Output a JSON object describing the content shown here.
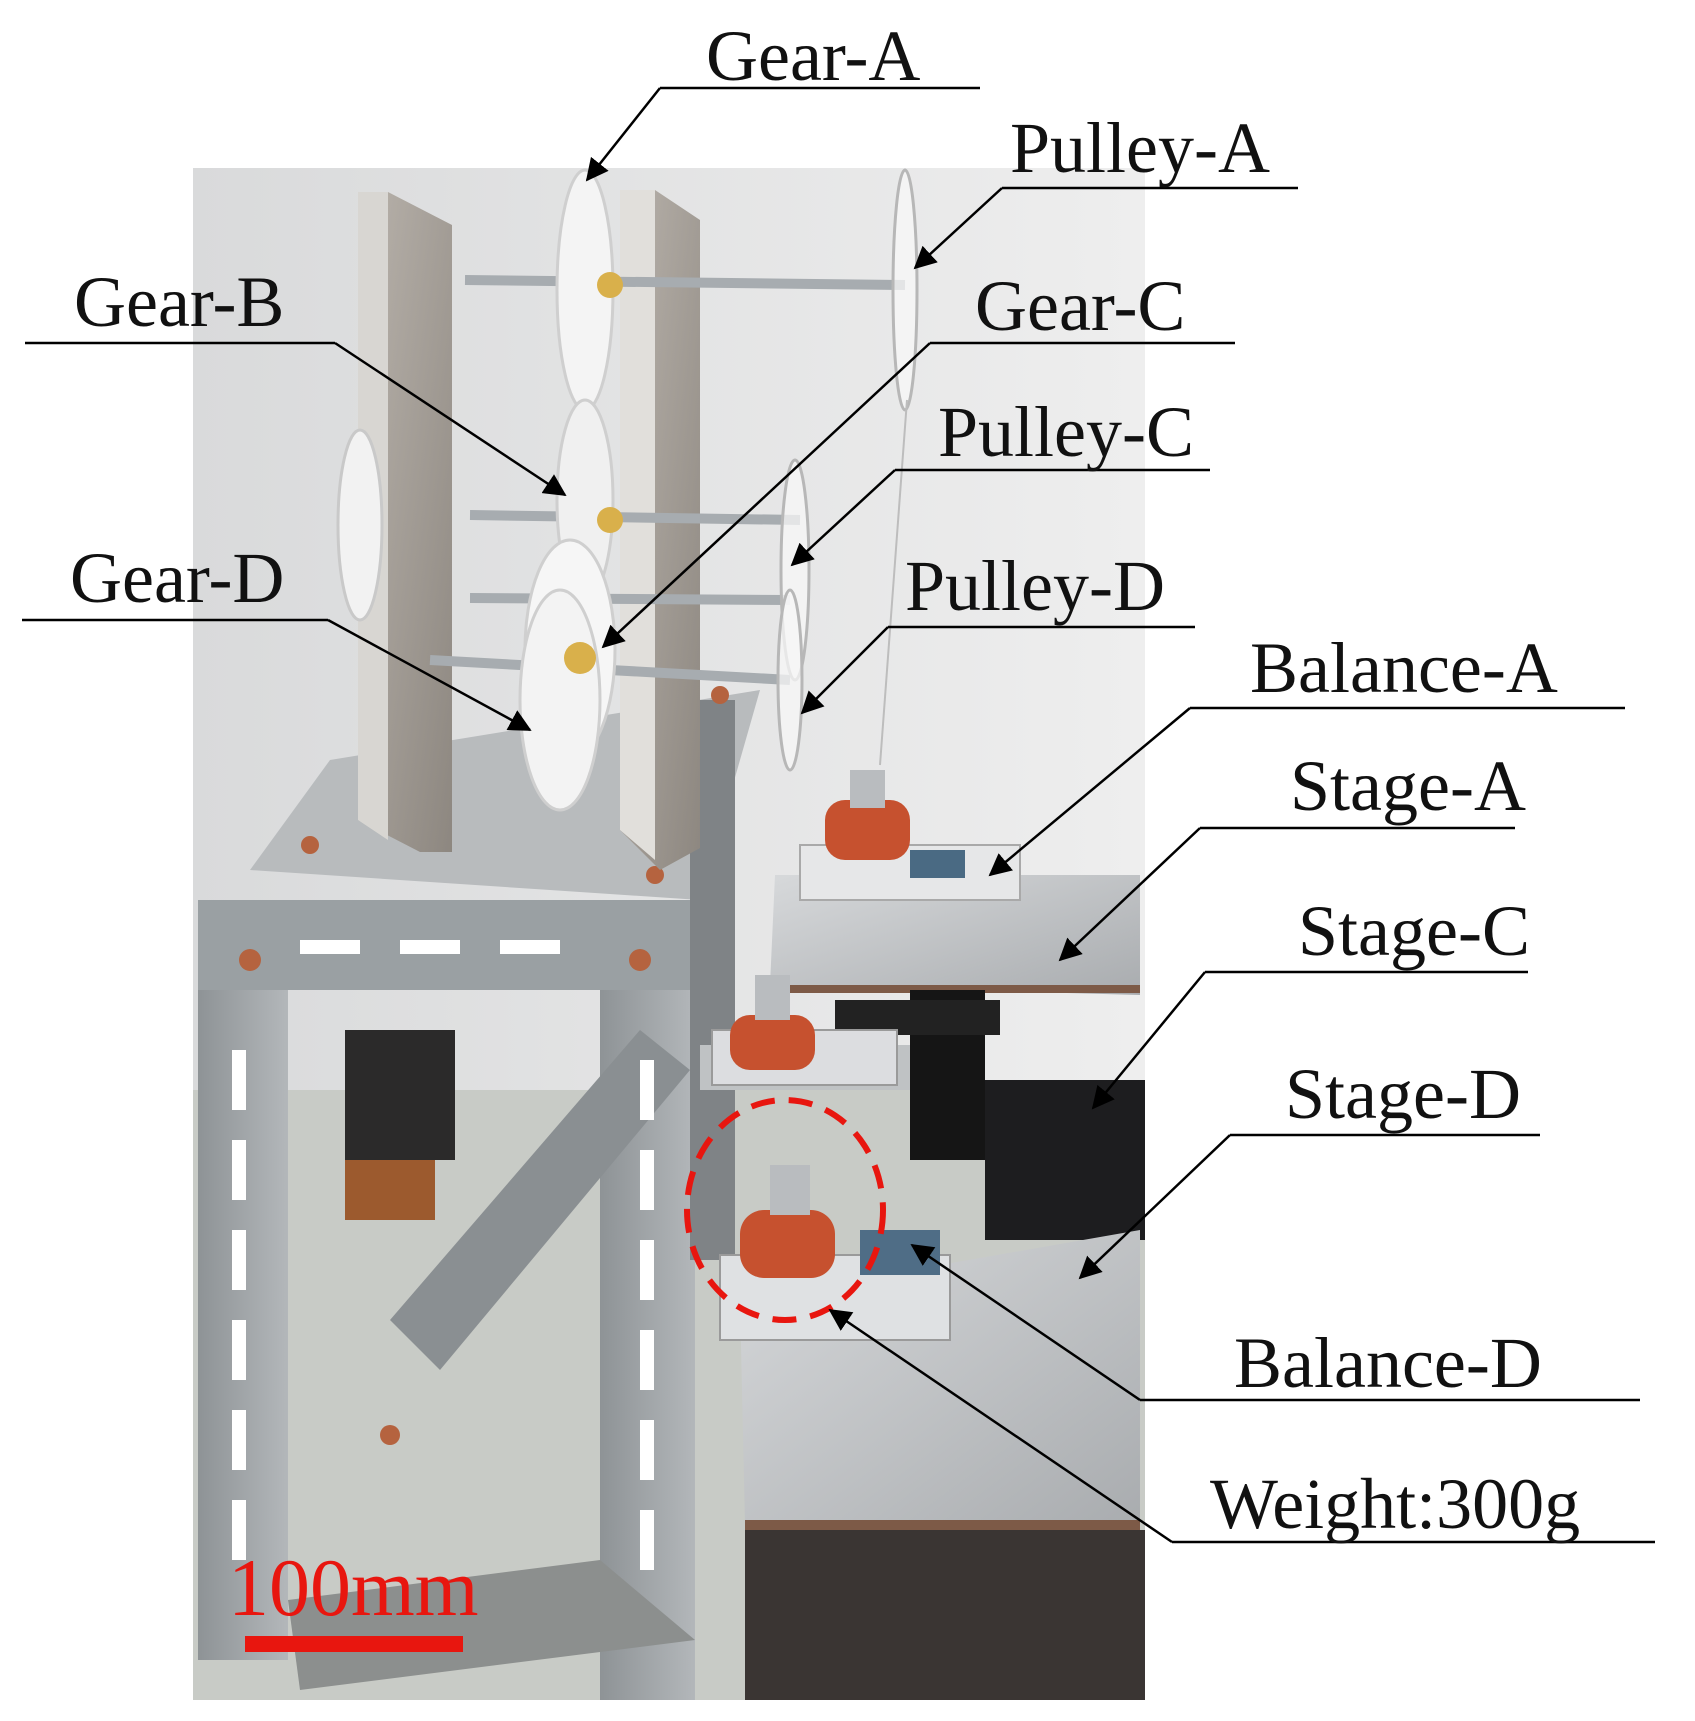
{
  "figure": {
    "labels": {
      "gear_a": "Gear-A",
      "pulley_a": "Pulley-A",
      "gear_b": "Gear-B",
      "gear_c": "Gear-C",
      "pulley_c": "Pulley-C",
      "gear_d": "Gear-D",
      "pulley_d": "Pulley-D",
      "balance_a": "Balance-A",
      "stage_a": "Stage-A",
      "stage_c": "Stage-C",
      "stage_d": "Stage-D",
      "balance_d": "Balance-D",
      "weight": "Weight:300g"
    },
    "scale_bar": {
      "text": "100mm",
      "color": "#e8160f"
    },
    "highlight_color": "#e8160f",
    "leader_color": "#000000"
  }
}
